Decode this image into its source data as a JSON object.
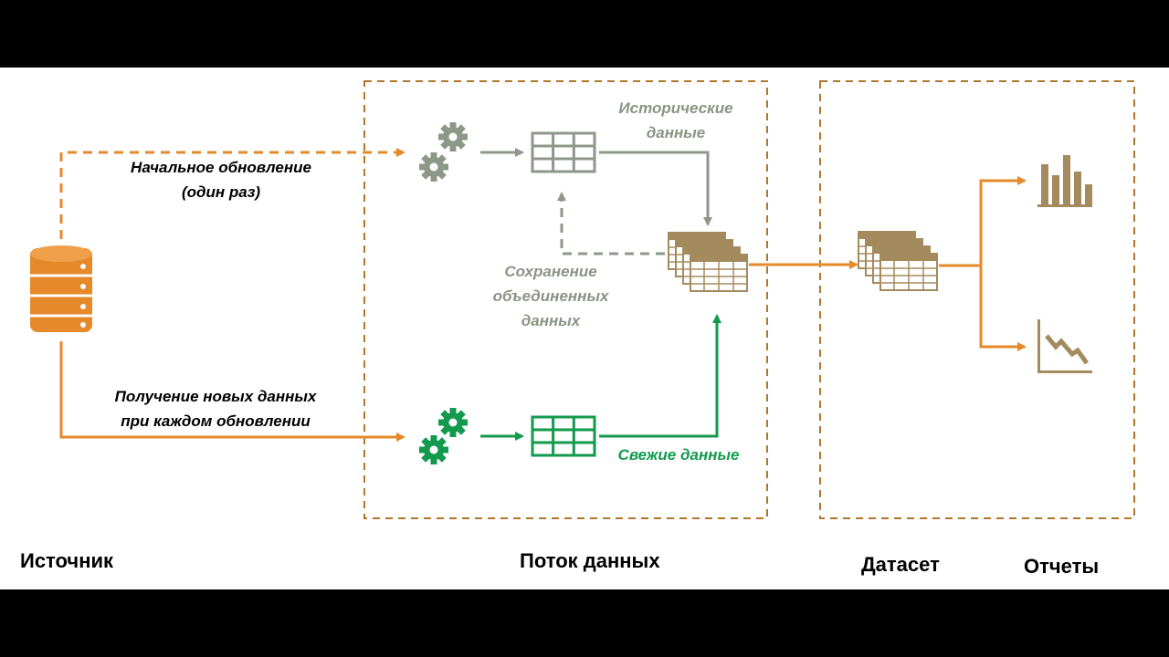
{
  "labels": {
    "initial_refresh_line1": "Начальное обновление",
    "initial_refresh_line2": "(один раз)",
    "incremental_line1": "Получение новых данных",
    "incremental_line2": "при каждом обновлении",
    "historical_line1": "Исторические",
    "historical_line2": "данные",
    "save_line1": "Сохранение",
    "save_line2": "объединенных",
    "save_line3": "данных",
    "fresh_data": "Свежие данные"
  },
  "footer": {
    "source": "Источник",
    "dataflow": "Поток данных",
    "dataset": "Датасет",
    "reports": "Отчеты"
  },
  "colors": {
    "orange": "#e5892a",
    "grey": "#8d9889",
    "green": "#139a4e",
    "brown": "#a48b5e",
    "dashed_box": "#b0762b"
  }
}
